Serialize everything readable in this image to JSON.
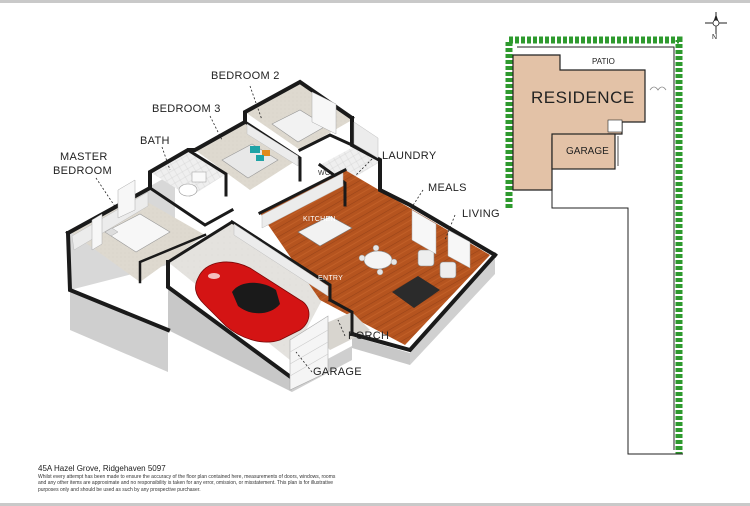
{
  "floorplan": {
    "rooms": {
      "bedroom2": "BEDROOM 2",
      "bedroom3": "BEDROOM 3",
      "bath": "BATH",
      "master_line1": "MASTER",
      "master_line2": "BEDROOM",
      "laundry": "LAUNDRY",
      "meals": "MEALS",
      "living": "LIVING",
      "wc": "WC",
      "kitchen": "KITCHEN",
      "entry": "ENTRY",
      "porch": "PORCH",
      "garage": "GARAGE"
    }
  },
  "site_plan": {
    "patio": "PATIO",
    "residence": "RESIDENCE",
    "garage": "GARAGE",
    "north": "N",
    "colors": {
      "residence_fill": "#e3c2a7",
      "hedge": "#2e9a2e",
      "outline": "#222222"
    }
  },
  "footer": {
    "address": "45A Hazel Grove, Ridgehaven 5097",
    "disclaimer": "Whilst every attempt has been made to ensure the accuracy of the floor plan contained here, measurements of doors, windows, rooms and any other items are approximate and no responsibility is taken for any error, omission, or misstatement. This plan is for illustrative purposes only and should be used as such by any prospective purchaser."
  }
}
